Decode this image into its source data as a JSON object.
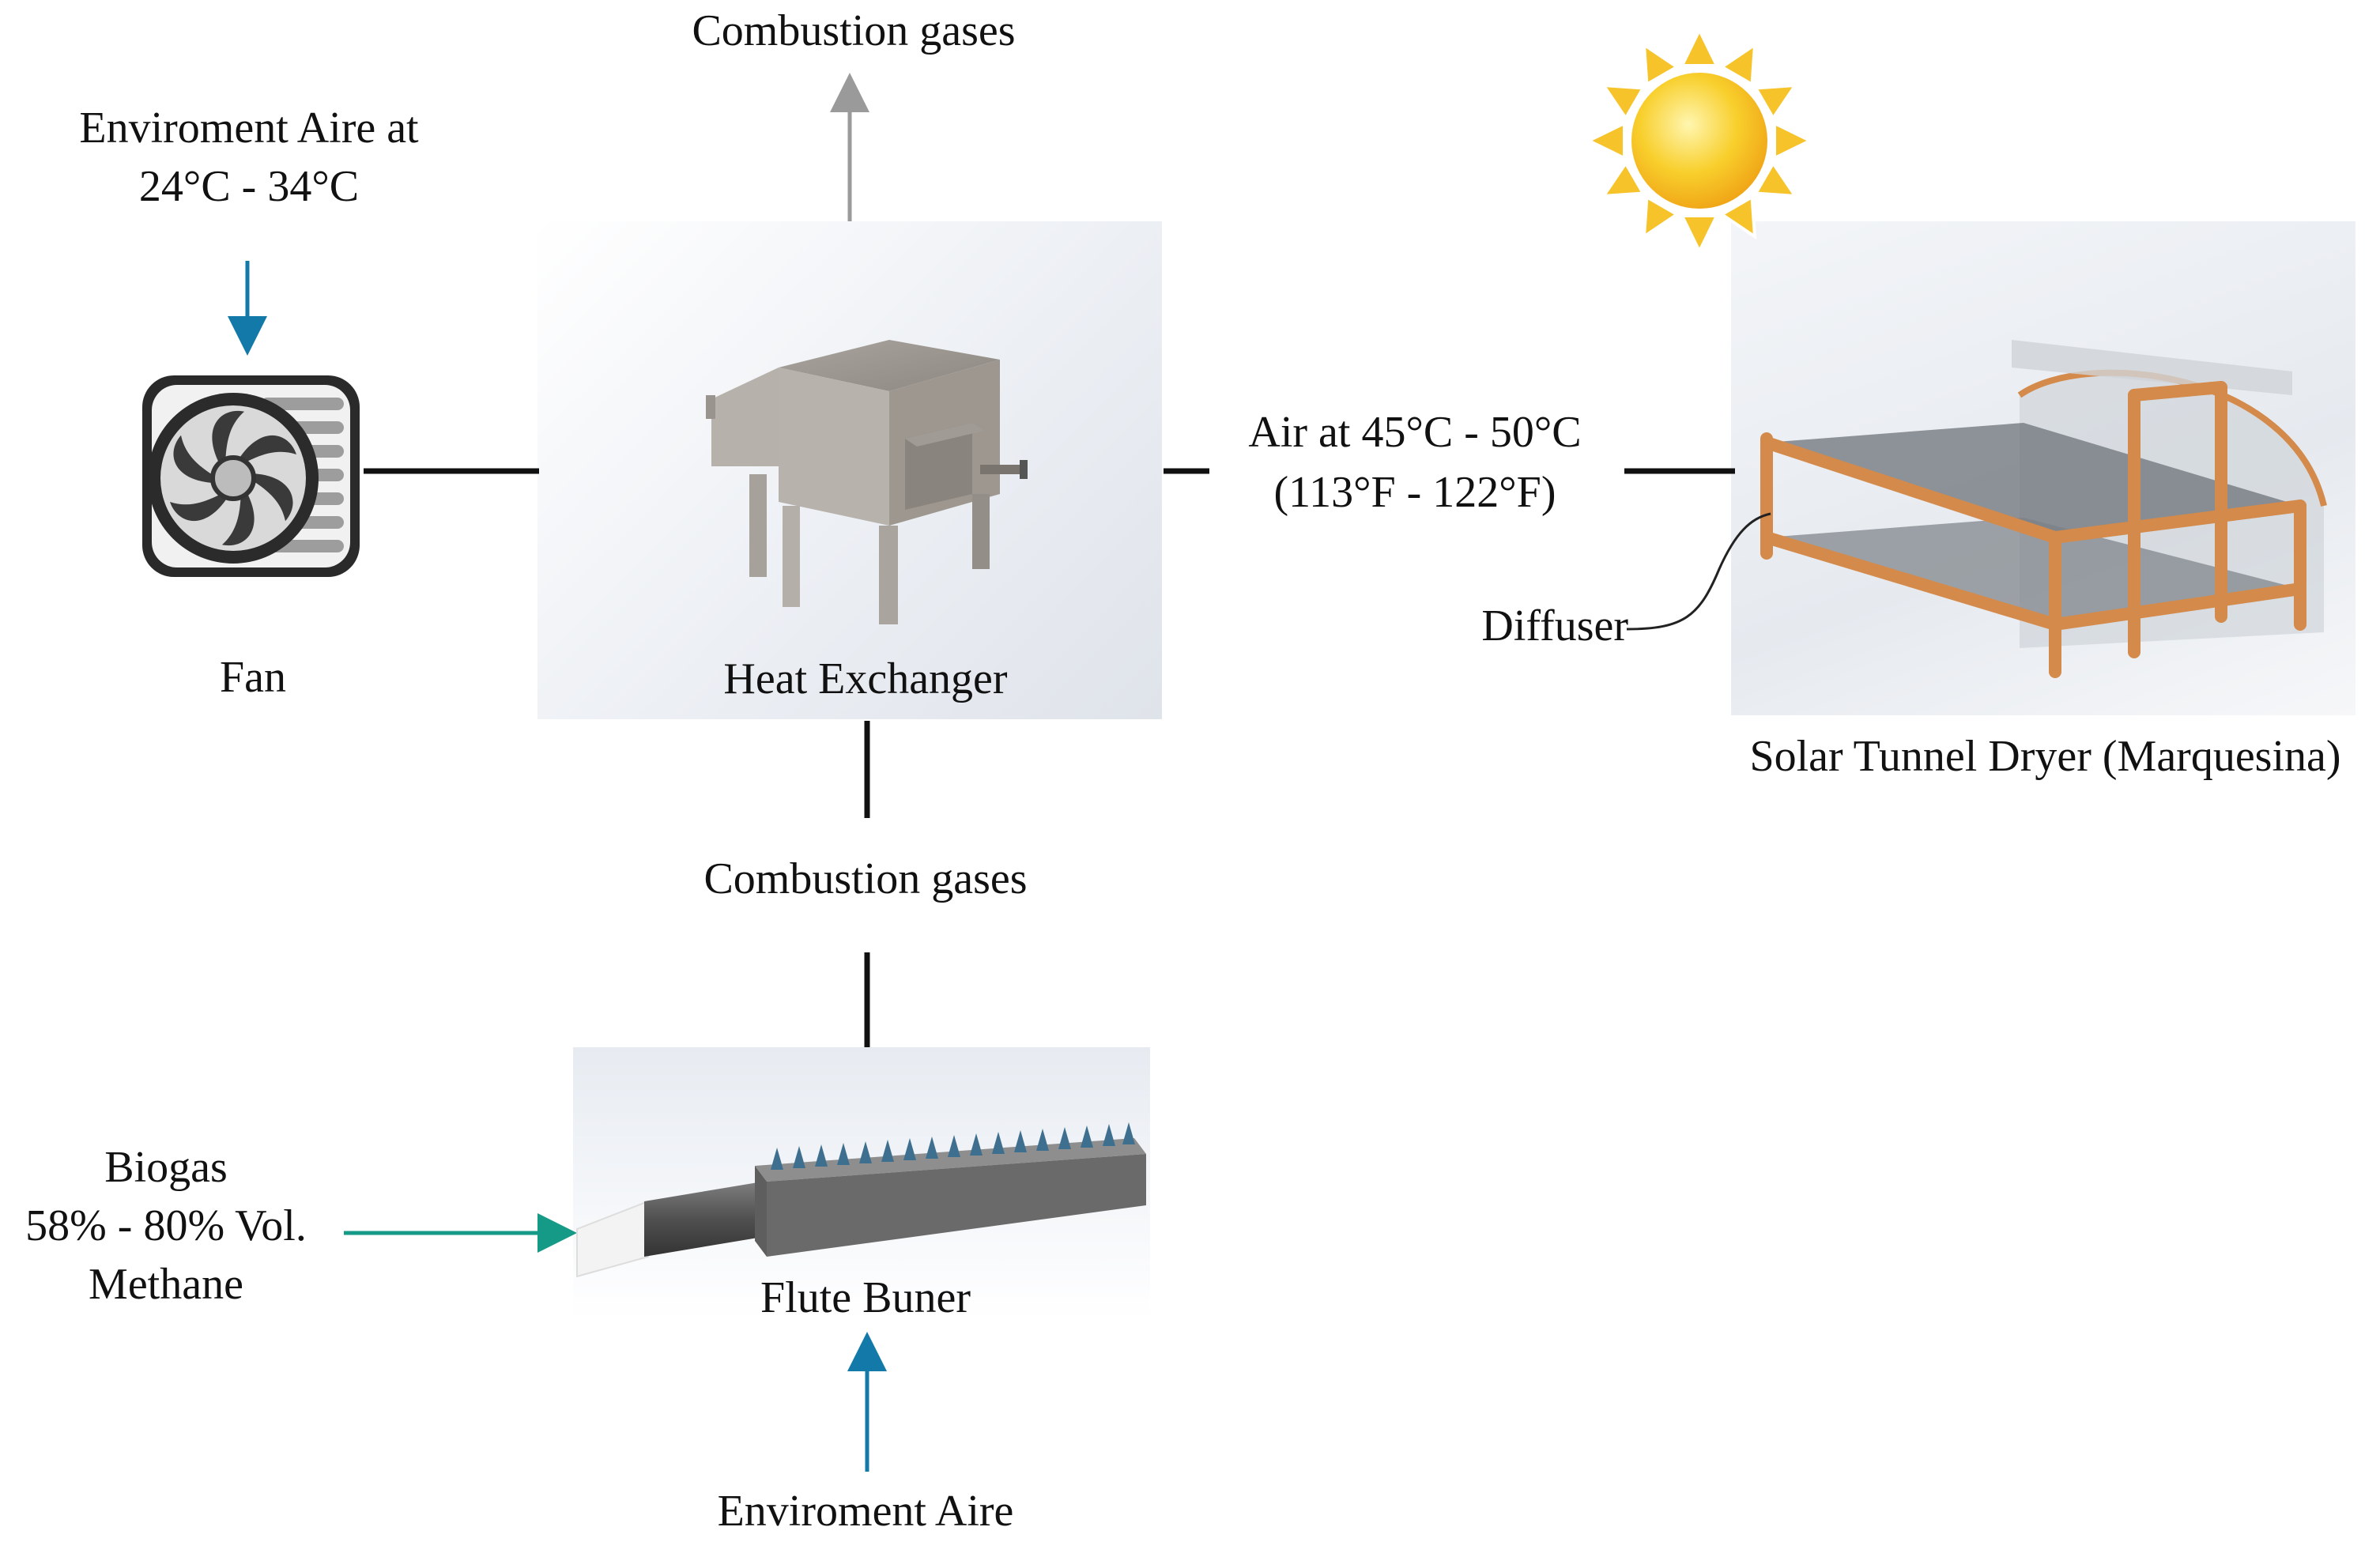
{
  "labels": {
    "combustion_top": "Combustion gases",
    "env_air_line1": "Enviroment Aire at",
    "env_air_line2": "24°C - 34°C",
    "fan": "Fan",
    "heat_exchanger": "Heat Exchanger",
    "air_temp_line1": "Air at 45°C - 50°C",
    "air_temp_line2": "(113°F - 122°F)",
    "diffuser": "Diffuser",
    "dryer": "Solar Tunnel Dryer (Marquesina)",
    "combustion_mid": "Combustion gases",
    "biogas_line1": "Biogas",
    "biogas_line2": "58% - 80% Vol.",
    "biogas_line3": "Methane",
    "burner": "Flute Buner",
    "env_air_bottom": "Enviroment Aire"
  },
  "colors": {
    "blue_arrow": "#1279a8",
    "teal_arrow": "#149a86",
    "gray_arrow": "#9a9a9a",
    "connector": "#111111",
    "wood": "#d48a4a",
    "sun": "#f5c020"
  },
  "icons": [
    "fan-icon",
    "heat-exchanger-icon",
    "solar-dryer-icon",
    "flute-burner-icon",
    "sun-icon"
  ]
}
